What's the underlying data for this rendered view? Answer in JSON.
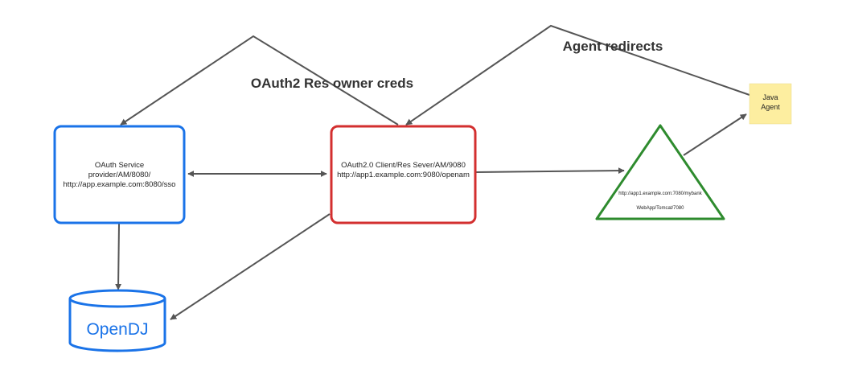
{
  "diagram": {
    "labels": {
      "oauth2_creds": "OAuth2 Res owner creds",
      "agent_redirects": "Agent redirects"
    },
    "oauth_provider": {
      "line1": "OAuth Service",
      "line2": "provider/AM/8080/",
      "line3": "http://app.example.com:8080/sso",
      "color": "#1a73e8"
    },
    "oauth_client": {
      "line1": "OAuth2.0 Client/Res Sever/AM/9080",
      "line2": "http://app1.example.com:9080/openam",
      "color": "#d32f2f"
    },
    "webapp": {
      "line1": "http://app1.example.com:7080/mybank",
      "line2": "WebApp/Tomcat/7080",
      "color": "#2e8b2e"
    },
    "java_agent": {
      "line1": "Java",
      "line2": "Agent",
      "color": "#fdeea0"
    },
    "opendj": {
      "label": "OpenDJ",
      "color": "#1a73e8"
    },
    "arrow_color": "#555555"
  }
}
